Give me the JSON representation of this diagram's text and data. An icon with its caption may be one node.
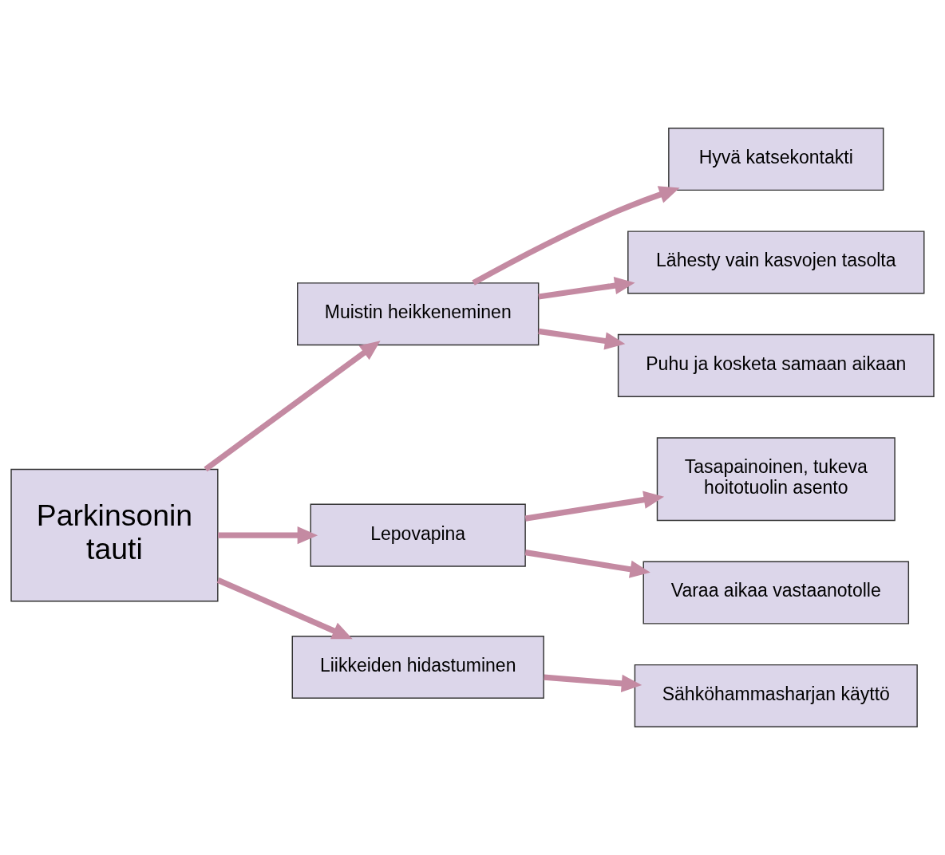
{
  "diagram": {
    "nodes": [
      {
        "text": [
          "Parkinsonin tauti"
        ]
      },
      {
        "text": [
          "Muistin heikkeneminen"
        ]
      },
      {
        "text": [
          "Lepovapina"
        ]
      },
      {
        "text": [
          "Liikkeiden hidastuminen"
        ]
      },
      {
        "text": [
          "Hyvä katsekontakti"
        ]
      },
      {
        "text": [
          "Lähesty vain kasvojen tasolta"
        ]
      },
      {
        "text": [
          "Puhu ja kosketa samaan aikaan"
        ]
      },
      {
        "text": [
          "Tasapainoinen, tukeva hoitotuolin asento"
        ]
      },
      {
        "text": [
          "Varaa aikaa vastaanotolle"
        ]
      },
      {
        "text": [
          "Sähköhammasharjan käyttö"
        ]
      }
    ],
    "edges": [
      {
        "from": 0,
        "to": 1,
        "arrow": "to"
      },
      {
        "from": 0,
        "to": 2,
        "arrow": "to"
      },
      {
        "from": 0,
        "to": 3,
        "arrow": "to"
      },
      {
        "from": 1,
        "to": 4,
        "arrow": "to"
      },
      {
        "from": 1,
        "to": 5,
        "arrow": "to"
      },
      {
        "from": 1,
        "to": 6,
        "arrow": "to"
      },
      {
        "from": 2,
        "to": 7,
        "arrow": "to"
      },
      {
        "from": 2,
        "to": 8,
        "arrow": "to"
      },
      {
        "from": 3,
        "to": 9,
        "arrow": "to"
      }
    ]
  }
}
